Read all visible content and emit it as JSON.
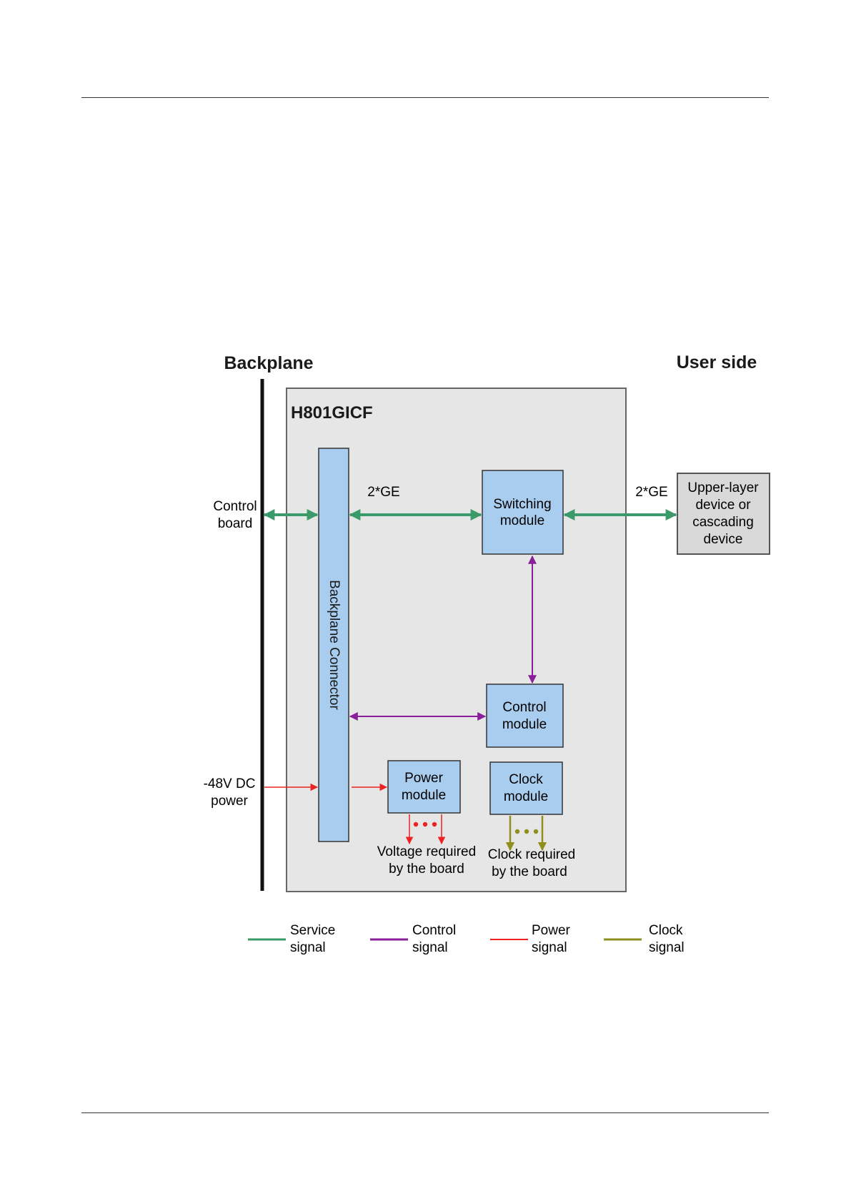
{
  "diagram": {
    "title_left": "Backplane",
    "title_right": "User side",
    "board_name": "H801GICF",
    "backplane_connector": "Backplane Connector",
    "control_board": [
      "Control",
      "board"
    ],
    "power_input": [
      "-48V DC",
      "power"
    ],
    "ge_left": "2*GE",
    "ge_right": "2*GE",
    "switching_module": [
      "Switching",
      "module"
    ],
    "control_module": [
      "Control",
      "module"
    ],
    "power_module": [
      "Power",
      "module"
    ],
    "clock_module": [
      "Clock",
      "module"
    ],
    "upper_device": [
      "Upper-layer",
      "device or",
      "cascading",
      "device"
    ],
    "voltage_note": [
      "Voltage required",
      "by the board"
    ],
    "clock_note": [
      "Clock required",
      "by the board"
    ]
  },
  "legend": [
    {
      "name": "legend-service",
      "label": [
        "Service",
        "signal"
      ],
      "color": "#3a9a6a"
    },
    {
      "name": "legend-control",
      "label": [
        "Control",
        "signal"
      ],
      "color": "#8a1f9a"
    },
    {
      "name": "legend-power",
      "label": [
        "Power",
        "signal"
      ],
      "color": "#ee2222"
    },
    {
      "name": "legend-clock",
      "label": [
        "Clock",
        "signal"
      ],
      "color": "#8f8f1e"
    }
  ],
  "colors": {
    "board_fill": "#e6e6e6",
    "module_fill": "#a9cdef",
    "device_fill": "#d9d9d9",
    "service": "#3a9a6a",
    "control": "#8a1f9a",
    "power": "#ee2222",
    "clock": "#8f8f1e"
  }
}
